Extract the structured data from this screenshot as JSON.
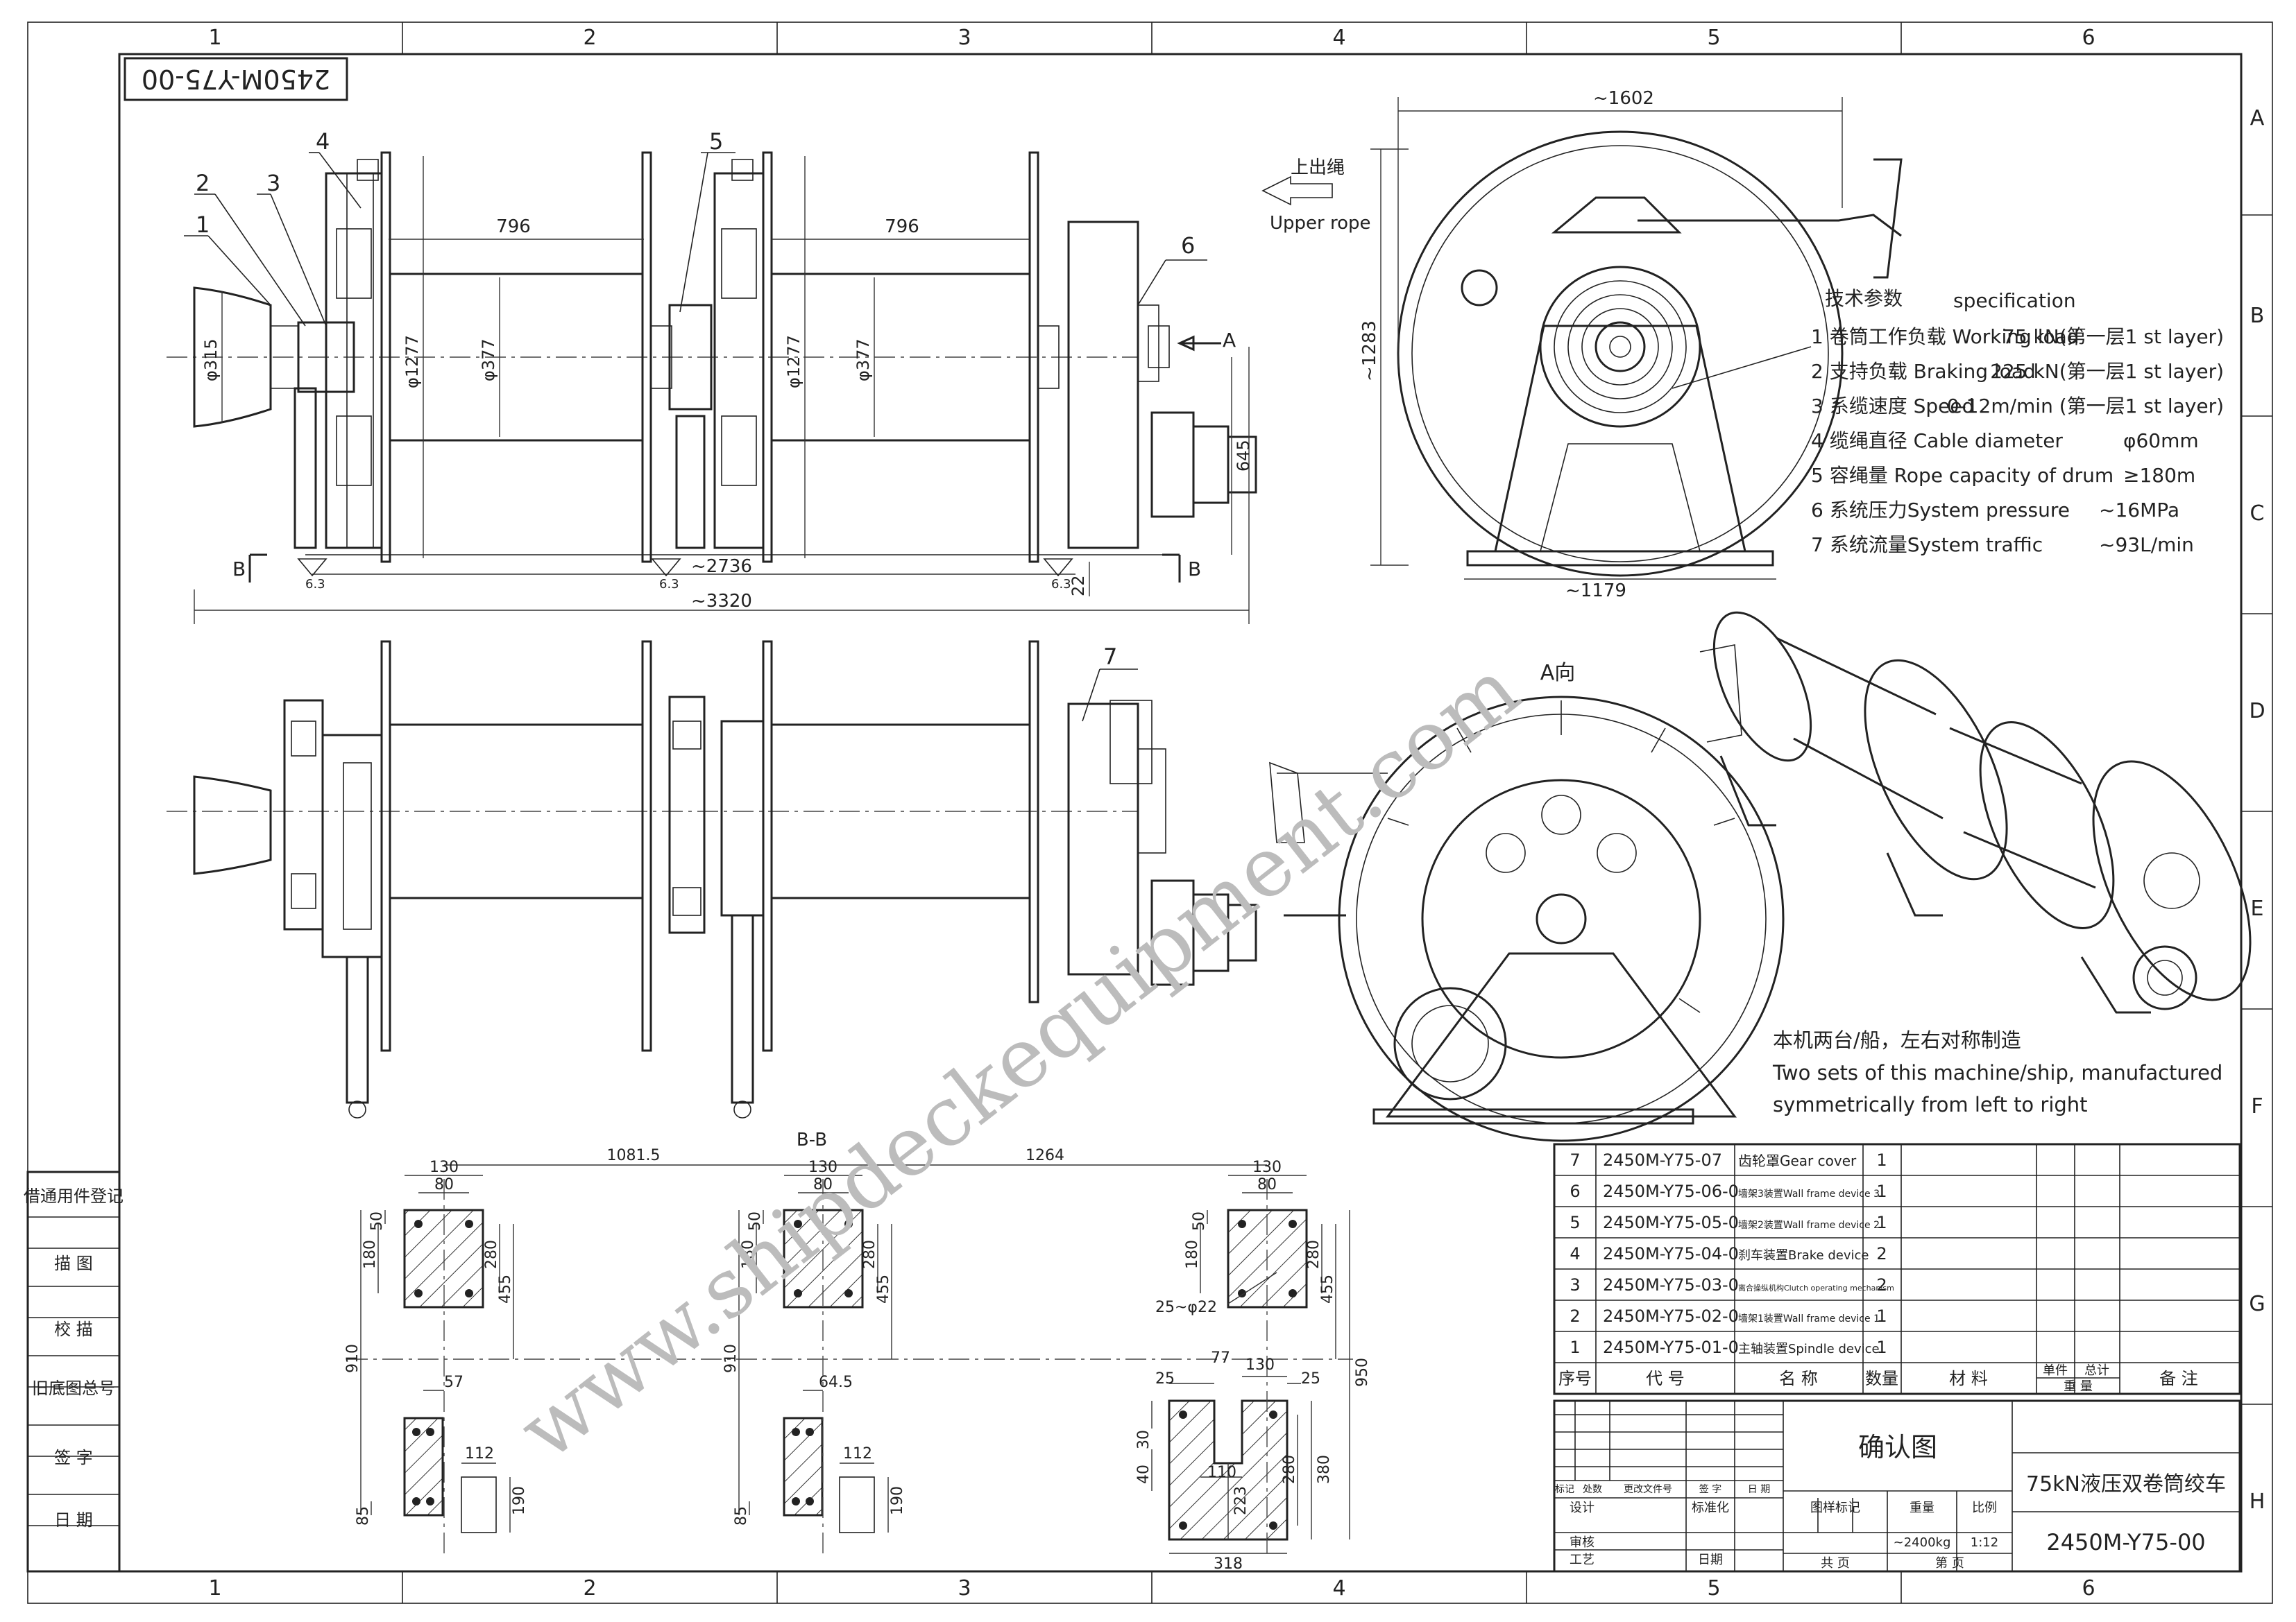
{
  "drawing_number_box": "2450M-Y75-00",
  "grid_columns": [
    "1",
    "2",
    "3",
    "4",
    "5",
    "6"
  ],
  "grid_rows": [
    "A",
    "B",
    "C",
    "D",
    "E",
    "F",
    "G",
    "H"
  ],
  "side_strip": [
    "借通用件登记",
    "描 图",
    "校 描",
    "旧底图总号",
    "签 字",
    "日 期"
  ],
  "front_view": {
    "dims": {
      "span1": "796",
      "span2": "796",
      "d315": "φ315",
      "d1277a": "φ1277",
      "d377a": "φ377",
      "d1277b": "φ1277",
      "d377b": "φ377",
      "h645": "645",
      "d22": "22",
      "w2736": "~2736",
      "w3320": "~3320",
      "rough1": "6.3",
      "rough2": "6.3",
      "rough3": "6.3"
    },
    "balloons": [
      "1",
      "2",
      "3",
      "4",
      "5",
      "6"
    ],
    "section_marks": {
      "b_left": "B",
      "b_right": "B",
      "a_arrow": "A"
    },
    "upper_rope": {
      "cn": "上出绳",
      "en": "Upper rope"
    }
  },
  "top_view": {
    "balloon7": "7"
  },
  "side_view": {
    "w1602": "~1602",
    "h1283": "~1283",
    "w1179": "~1179"
  },
  "a_view_title": "A向",
  "section_bb": {
    "title": "B-B",
    "dims": {
      "d1081": "1081.5",
      "d1264": "1264",
      "w130a": "130",
      "w80a": "80",
      "w130b": "130",
      "w80b": "80",
      "w130c": "130",
      "w80c": "80",
      "h50a": "50",
      "h180a": "180",
      "h280a": "280",
      "h455a": "455",
      "h910a": "910",
      "h50b": "50",
      "h180b": "180",
      "h280b": "280",
      "h455b": "455",
      "h910b": "910",
      "h50c": "50",
      "h180c": "180",
      "h280c": "280",
      "h455c": "455",
      "h950c": "950",
      "holes": "25~φ22",
      "w57": "57",
      "w112a": "112",
      "h190a": "190",
      "h85a": "85",
      "w645": "64.5",
      "w112b": "112",
      "h190b": "190",
      "h85b": "85",
      "w77": "77",
      "w130d": "130",
      "w25a": "25",
      "w25b": "25",
      "h30": "30",
      "h40": "40",
      "w110": "110",
      "h223": "223",
      "h280d": "280",
      "h380": "380",
      "w318": "318"
    }
  },
  "specification": {
    "title_cn": "技术参数",
    "title_en": "specification",
    "items": [
      {
        "label": "1 卷筒工作负载 Working load",
        "value": "75 kN(第一层1 st layer)"
      },
      {
        "label": "2 支持负载 Braking load",
        "value": "225 kN(第一层1 st layer)"
      },
      {
        "label": "3 系缆速度 Speed",
        "value": "0-12m/min (第一层1 st layer)"
      },
      {
        "label": "4 缆绳直径 Cable diameter",
        "value": "φ60mm"
      },
      {
        "label": "5 容绳量 Rope capacity of drum",
        "value": "≥180m"
      },
      {
        "label": "6 系统压力System pressure",
        "value": "~16MPa"
      },
      {
        "label": "7 系统流量System traffic",
        "value": "~93L/min"
      }
    ]
  },
  "note": {
    "cn": "本机两台/船，左右对称制造",
    "en1": "Two sets of this machine/ship, manufactured",
    "en2": "symmetrically from left to right"
  },
  "bom": {
    "rows": [
      {
        "no": "7",
        "code": "2450M-Y75-07",
        "name": "齿轮罩Gear cover",
        "qty": "1"
      },
      {
        "no": "6",
        "code": "2450M-Y75-06-0",
        "name": "墙架3装置Wall frame device 3",
        "qty": "1"
      },
      {
        "no": "5",
        "code": "2450M-Y75-05-0",
        "name": "墙架2装置Wall frame device 2",
        "qty": "1"
      },
      {
        "no": "4",
        "code": "2450M-Y75-04-0",
        "name": "刹车装置Brake device",
        "qty": "2"
      },
      {
        "no": "3",
        "code": "2450M-Y75-03-0",
        "name": "离合操纵机构Clutch operating mechanism",
        "qty": "2"
      },
      {
        "no": "2",
        "code": "2450M-Y75-02-0",
        "name": "墙架1装置Wall frame device 1",
        "qty": "1"
      },
      {
        "no": "1",
        "code": "2450M-Y75-01-0",
        "name": "主轴装置Spindle device",
        "qty": "1"
      }
    ],
    "header": {
      "no": "序号",
      "code": "代 号",
      "name": "名 称",
      "qty": "数量",
      "material": "材 料",
      "unit": "单件",
      "total": "总计",
      "weight": "重 量",
      "remark": "备 注"
    }
  },
  "title_block": {
    "confirm": "确认图",
    "product": "75kN液压双卷筒绞车",
    "drawing_no": "2450M-Y75-00",
    "weight_label": "重量",
    "weight": "~2400kg",
    "scale_label": "比例",
    "scale": "1:12",
    "stage_label": "图样标记",
    "sheets_total": "共 页",
    "sheet_no": "第 页",
    "rev_headers": [
      "标记",
      "处数",
      "更改文件号",
      "签 字",
      "日 期"
    ],
    "designer": "设计",
    "standard": "标准化",
    "reviewer": "审核",
    "process": "工艺",
    "date": "日期"
  },
  "watermark": "www.shipdeckequipment.com"
}
